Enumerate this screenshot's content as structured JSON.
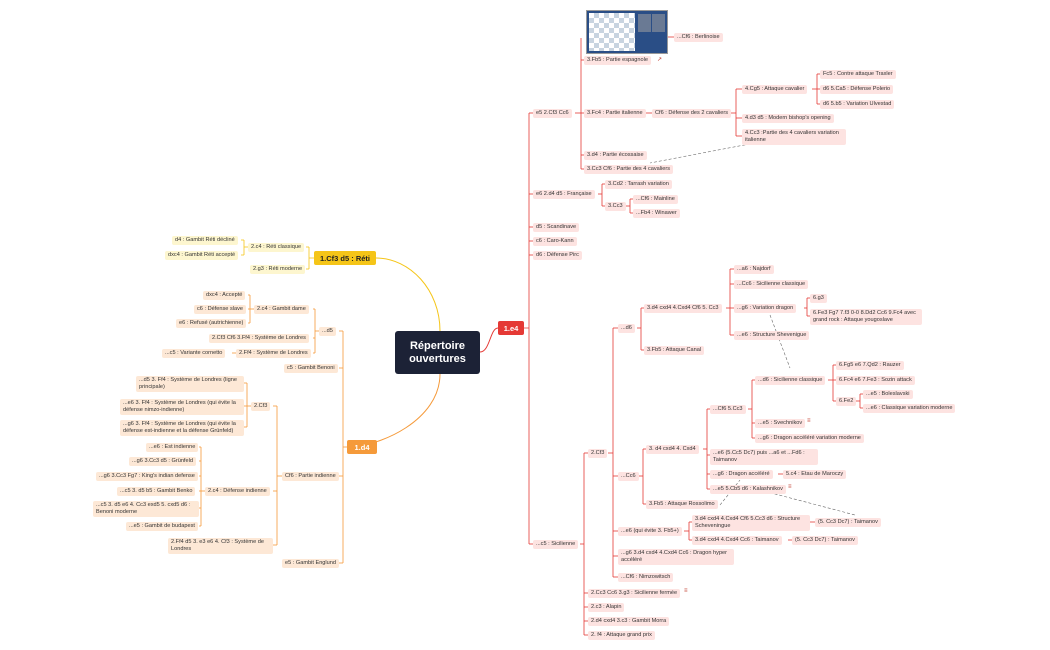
{
  "root": "Répertoire ouvertures",
  "branches": {
    "e4": "1.e4",
    "d4": "1.d4",
    "cf3": "1.Cf3 d5 : Réti"
  },
  "e4": {
    "e5": "e5 2.Cf3 Cc6",
    "fb5": "3.Fb5 : Partie espagnole",
    "berlinoise": "...Cf6 : Berlinoise",
    "fc4": "3.Fc4 : Partie italienne",
    "deux_cav": "Cf6 : Défense des 2 cavaliers",
    "cg5": "4.Cg5 : Attaque cavalier",
    "traxler": "Fc5 : Contre attaque Traxler",
    "polerio": "d6 5.Ca5 : Défense Polerio",
    "ulvestad": "d6 5.b5 : Variation Ulvestad",
    "modern_bishop": "4.d3 d5 : Modern bishop's opening",
    "quatre_cav_ital": "4.Cc3 :Partie des 4 cavaliers variation italienne",
    "ecossaise": "3.d4 : Partie écossaise",
    "quatre_cav": "3.Cc3 Cf6 : Partie des 4 cavaliers",
    "francaise": "e6 2.d4 d5 : Française",
    "tarrash": "3.Cd2 : Tarrash variation",
    "cc3": "3.Cc3",
    "mainline": "...Cf6 : Mainline",
    "winawer": "...Fb4 : Winawer",
    "scandinave": "d5 : Scandinave",
    "caro": "c6 : Caro-Kann",
    "pirc": "d6 : Défense Pirc",
    "sicilienne": "...c5 : Sicilienne",
    "cf3": "2.Cf3",
    "d6": "...d6",
    "open_d6": "3.d4 cxd4 4.Cxd4 Cf6 5. Cc3",
    "najdorf": "...a6 : Najdorf",
    "sic_classique": "...Cc6 : Sicilienne classique",
    "dragon": "...g6 : Variation dragon",
    "g3": "6.g3",
    "yougoslave": "6.Fe3 Fg7 7.f3 0-0 8.Dd2 Cc6 9.Fc4 avec grand rock : Attaque yougoslave",
    "schev_d6": "...e6 : Structure Shevenigue",
    "canal": "3.Fb5 : Attaque Canal",
    "cc6": "...Cc6",
    "open_cc6": "3. d4 cxd4 4. Cxd4",
    "cf6_cc3": "...Cf6 5.Cc3",
    "d6_classique": "...d6 : Sicilienne classique",
    "rauzer": "6.Fg5 e6 7.Qd2 : Rauzer",
    "sozin": "6.Fc4 e6 7.Fe3 : Sozin attack",
    "fe2": "6.Fe2",
    "boleslavski": "...e5 : Boleslavski",
    "classique_moderne": "...e6 : Classique variation moderne",
    "sveshnikov": "...e5 : Svechnikov",
    "dragon_accel_mod": "...g6 : Dragon accéléré variation moderne",
    "taimanov_e6": "...e6 (5.Cc5 Dc7) puis ...a6 et ...Fd6 : Taimanov",
    "dragon_accel": "...g6 : Dragon accéléré",
    "maroczy": "5.c4 : Etau de Maroczy",
    "kalashnikov": "...e5 5.Cb5 d6 : Kalashnikov",
    "rossolimo": "3.Fb5 : Attaque Rossolimo",
    "e6_fb5": "...e6 (qui évite 3. Fb5+)",
    "schev_e6": "3.d4 cxd4 4.Cxd4 Cf6 5.Cc3 d6 : Structure Scheveningue",
    "taimanov_a": "(5. Cc3 Dc7) : Taimanov",
    "taimanov_cc6": "3.d4 cxd4 4.Cxd4 Cc6 : Taimanov",
    "taimanov_b": "(5. Cc3 Dc7) : Taimanov",
    "hyper": "...g6 3.d4 cxd4 4.Cxd4 Cc6 : Dragon hyper accéléré",
    "nimzo": "...Cf6 : Nimzowitsch",
    "fermee": "2.Cc3 Cc6 3.g3 : Sicilienne fermée",
    "alapin": "2.c3 : Alapin",
    "morra": "2.d4 cxd4 3.c3 : Gambit Morra",
    "grand_prix": "2. f4 : Attaque grand prix"
  },
  "reti": {
    "c4": "2.c4 : Réti classique",
    "gambit_decline": "d4 : Gambit Réti décliné",
    "gambit_accepte": "dxc4 : Gambit Réti accepté",
    "g3": "2.g3 : Réti moderne"
  },
  "d4": {
    "d5": "...d5",
    "gambit_dame": "2.c4 : Gambit dame",
    "accepte": "dxc4 : Accepté",
    "slave": "c6 : Défense slave",
    "refuse": "e6 : Refusé (autrichienne)",
    "londres_cf3": "2.Cf3 Cf6 3.Ff4 : Système de Londres",
    "londres_ff4": "2.Ff4 : Système de Londres",
    "cornetto": "...c5 : Variante cornetto",
    "benoni": "c5 : Gambit Benoni",
    "cf6": "Cf6 : Partie indienne",
    "cf3": "2.Cf3",
    "lond1": "...d5 3. Ff4 : Système de Londres (ligne principale)",
    "lond2": "...e6 3. Ff4 : Système de Londres (qui évite la défense nimzo-indienne)",
    "lond3": "...g6 3. Ff4 : Système de Londres (qui évite la défense est-indienne et la défense Grünfeld)",
    "c4": "2.c4 : Défense indienne",
    "est": "...e6 : Est indienne",
    "grunfeld": "...g6 3.Cc3 d5 : Grünfeld",
    "kid": "...g6 3.Cc3 Fg7 : King's indian defense",
    "benko": "...c5 3. d5 b5 : Gambit Benko",
    "benoni_mod": "...c5 3. d5 e6 4. Cc3 exd5 5. cxd5 d6 : Benoni moderne",
    "budapest": "...e5 : Gambit de budapest",
    "lond_ff4": "2.Ff4 d5 3. e3 e6 4. Cf3 : Système de Londres",
    "englund": "e5 : Gambit Englund"
  },
  "colors": {
    "e4": "#e53935",
    "d4": "#f59a3a",
    "reti": "#f5c518",
    "root": "#1c2236",
    "red_node": "#fde3e1",
    "orange_node": "#fde8d6",
    "yellow_node": "#fdf6cf"
  },
  "icons": [
    "external-link-icon",
    "notes-icon",
    "chessboard-thumbnail"
  ]
}
